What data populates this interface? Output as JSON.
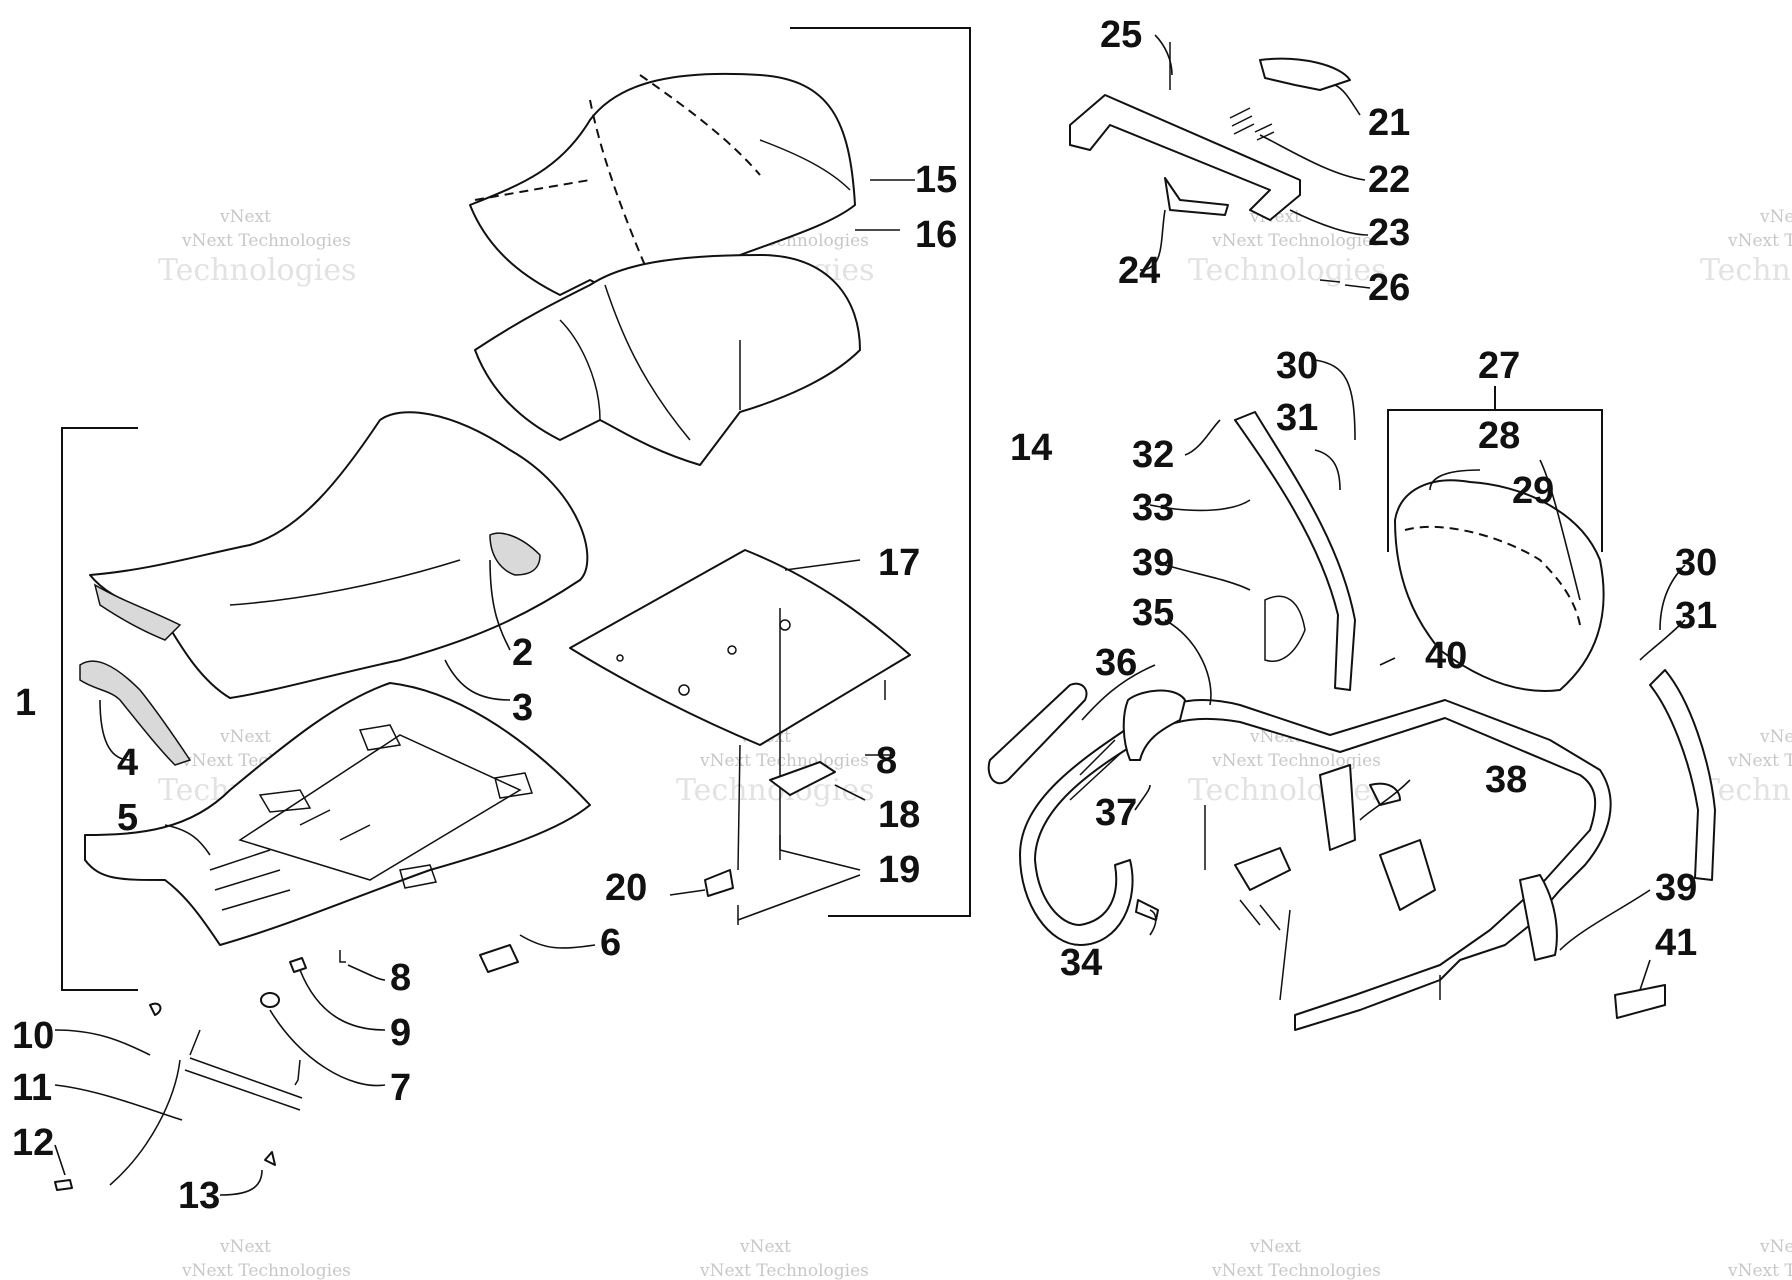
{
  "diagram": {
    "callouts": [
      "1",
      "2",
      "3",
      "4",
      "5",
      "6",
      "7",
      "8",
      "8",
      "9",
      "10",
      "11",
      "12",
      "13",
      "14",
      "15",
      "16",
      "17",
      "18",
      "19",
      "20",
      "21",
      "22",
      "23",
      "24",
      "25",
      "26",
      "27",
      "28",
      "29",
      "30",
      "30",
      "31",
      "31",
      "32",
      "33",
      "34",
      "35",
      "36",
      "37",
      "38",
      "39",
      "39",
      "40",
      "41"
    ],
    "watermark": {
      "line1": "vNext",
      "line2": "vNext Technologies",
      "line3": "Technologies"
    }
  }
}
